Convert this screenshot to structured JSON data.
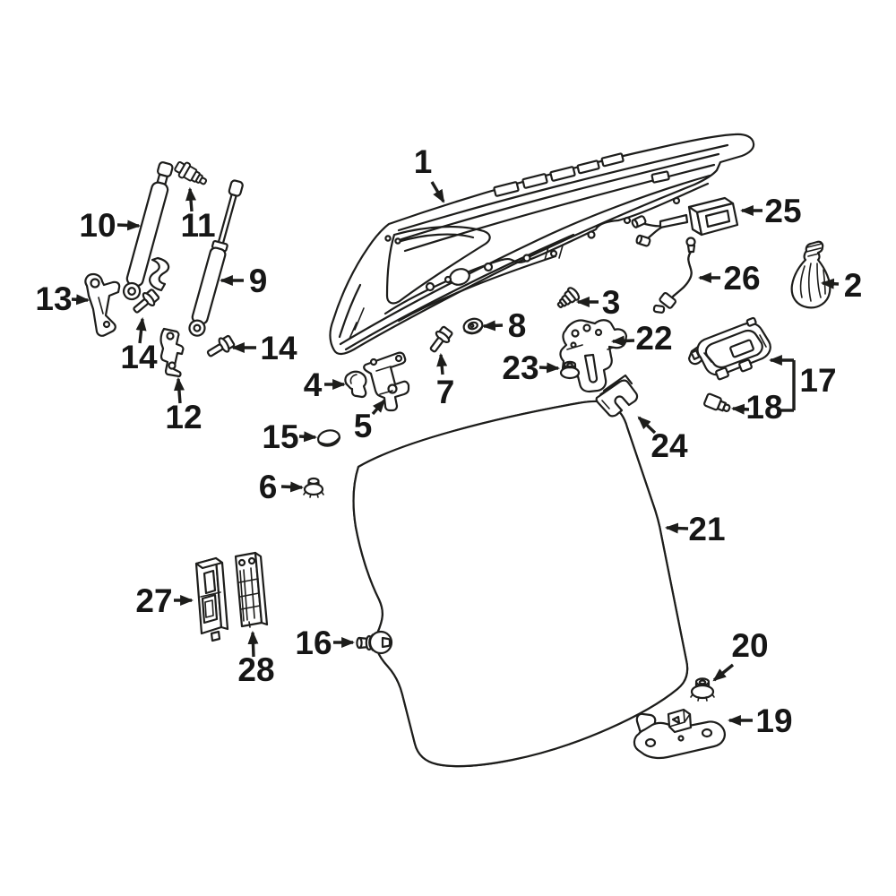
{
  "diagram": {
    "type": "exploded-parts-diagram",
    "subject": "liftgate-and-trunk-lid-components",
    "background_color": "#ffffff",
    "line_color": "#1d1d1b",
    "highlight_color": "#3f67b1",
    "highlight_outline_color": "#14306b",
    "callouts": [
      {
        "label": "1"
      },
      {
        "label": "2"
      },
      {
        "label": "3"
      },
      {
        "label": "4"
      },
      {
        "label": "5"
      },
      {
        "label": "6"
      },
      {
        "label": "7"
      },
      {
        "label": "8"
      },
      {
        "label": "9"
      },
      {
        "label": "10"
      },
      {
        "label": "11"
      },
      {
        "label": "12"
      },
      {
        "label": "13"
      },
      {
        "label": "14"
      },
      {
        "label": "14"
      },
      {
        "label": "15"
      },
      {
        "label": "16"
      },
      {
        "label": "17"
      },
      {
        "label": "18"
      },
      {
        "label": "19"
      },
      {
        "label": "20"
      },
      {
        "label": "21"
      },
      {
        "label": "22"
      },
      {
        "label": "23"
      },
      {
        "label": "24"
      },
      {
        "label": "25"
      },
      {
        "label": "26"
      },
      {
        "label": "27"
      },
      {
        "label": "28"
      }
    ]
  }
}
